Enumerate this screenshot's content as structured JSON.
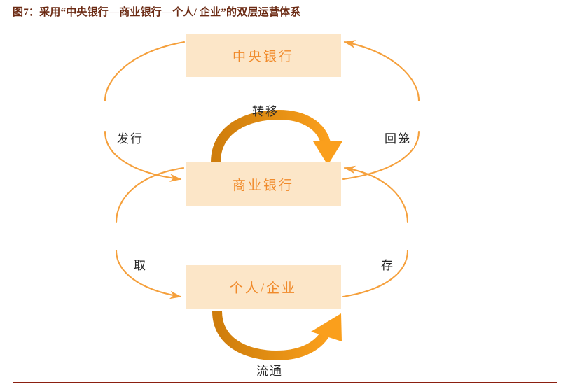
{
  "figure": {
    "title": "图7：采用“中央银行—商业银行—个人/ 企业”的双层运营体系",
    "divider_color": "#8b1f10",
    "title_color": "#6b2a13"
  },
  "palette": {
    "box_fill": "#fce6c8",
    "box_text": "#f08a2a",
    "thin_arrow": "#f5a03c",
    "thick_arrow_dark": "#d98512",
    "thick_arrow_light": "#f79d1e",
    "label_text": "#2a2a2a",
    "background": "#ffffff"
  },
  "nodes": [
    {
      "id": "central",
      "label": "中央银行"
    },
    {
      "id": "commercial",
      "label": "商业银行"
    },
    {
      "id": "individual",
      "label": "个人/企业"
    }
  ],
  "edges": [
    {
      "id": "issue",
      "label": "发行",
      "from": "central",
      "to": "commercial",
      "side": "left",
      "style": "thin-arc"
    },
    {
      "id": "withdraw",
      "label": "回笼",
      "from": "commercial",
      "to": "central",
      "side": "right",
      "style": "thin-arc"
    },
    {
      "id": "transfer",
      "label": "转移",
      "from": "commercial",
      "to": "commercial",
      "side": "top",
      "style": "thick-arc"
    },
    {
      "id": "take",
      "label": "取",
      "from": "commercial",
      "to": "individual",
      "side": "left",
      "style": "thin-arc"
    },
    {
      "id": "deposit",
      "label": "存",
      "from": "individual",
      "to": "commercial",
      "side": "right",
      "style": "thin-arc"
    },
    {
      "id": "circulate",
      "label": "流通",
      "from": "individual",
      "to": "individual",
      "side": "bottom",
      "style": "thick-arc"
    }
  ]
}
